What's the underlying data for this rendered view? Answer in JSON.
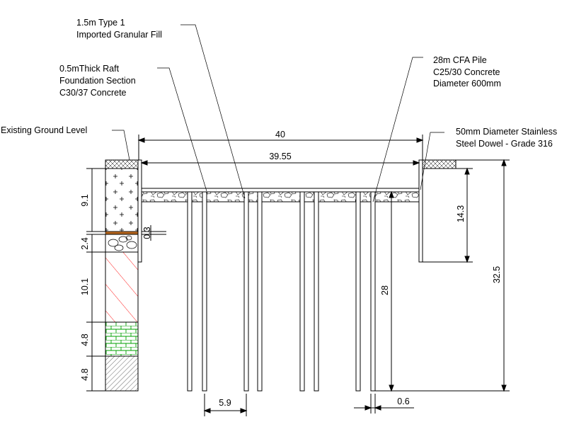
{
  "labels": {
    "granular_fill_line1": "1.5m Type 1",
    "granular_fill_line2": "Imported Granular Fill",
    "raft_line1": "0.5mThick Raft",
    "raft_line2": "Foundation Section",
    "raft_line3": "C30/37 Concrete",
    "existing_ground": "Existing Ground Level",
    "pile_line1": "28m CFA Pile",
    "pile_line2": "C25/30 Concrete",
    "pile_line3": "Diameter 600mm",
    "dowel_line1": "50mm Diameter Stainless",
    "dowel_line2": "Steel Dowel - Grade 316"
  },
  "dimensions": {
    "overall_width": "40",
    "inner_width": "39.55",
    "layer_top": "9.1",
    "layer_thin": "0.3",
    "layer_gravel": "2.4",
    "layer_middle": "10.1",
    "layer_green": "4.8",
    "layer_bottom": "4.8",
    "wall_depth": "14.3",
    "pile_length": "28",
    "total_depth": "32.5",
    "pile_spacing": "5.9",
    "pile_diameter": "0.6"
  },
  "colors": {
    "line": "#000000",
    "hatch_red": "#ff2020",
    "hatch_green": "#00a000",
    "thin_layer": "#b5651d"
  }
}
